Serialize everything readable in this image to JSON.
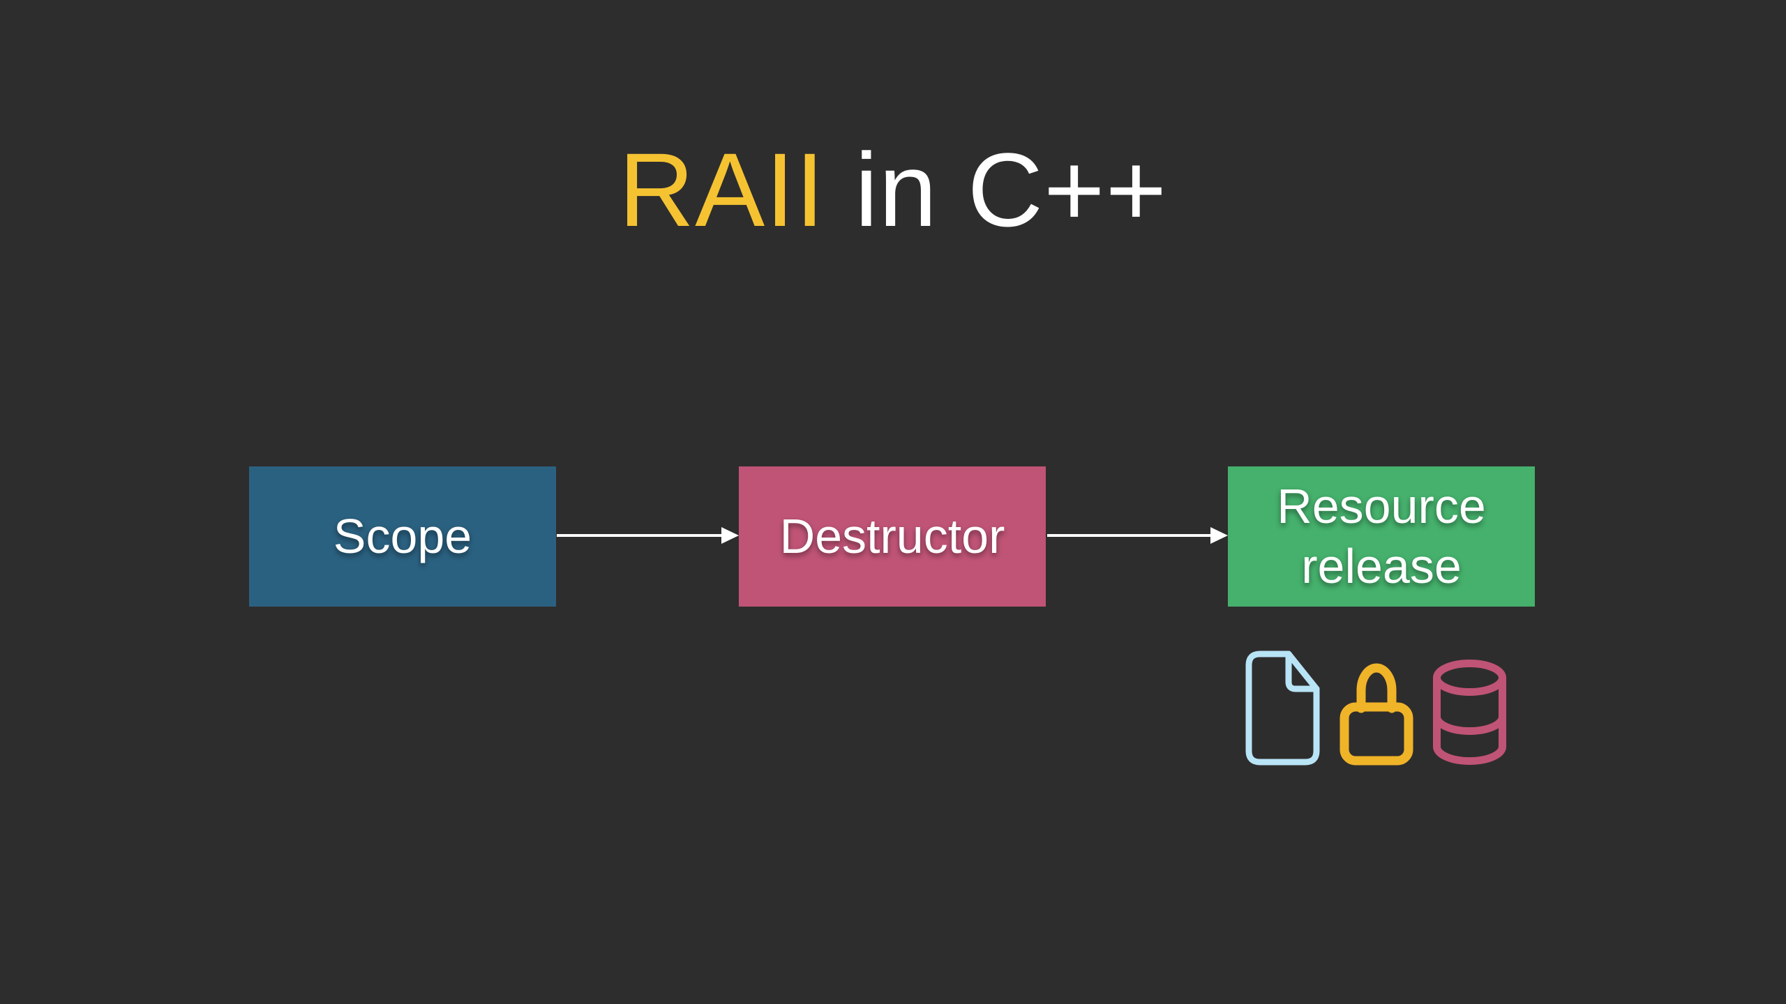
{
  "title": {
    "highlight": "RAII",
    "rest": " in C++"
  },
  "flow": {
    "nodes": [
      {
        "id": "scope",
        "label": "Scope",
        "color": "#2B6180"
      },
      {
        "id": "destructor",
        "label": "Destructor",
        "color": "#C05476"
      },
      {
        "id": "resource-release",
        "label": "Resource release",
        "color": "#45B16C"
      }
    ],
    "arrow_color": "#FFFFFF"
  },
  "icons": [
    {
      "name": "file-icon",
      "color": "#B8E4F6"
    },
    {
      "name": "lock-icon",
      "color": "#F0B428"
    },
    {
      "name": "database-icon",
      "color": "#C05476"
    }
  ],
  "colors": {
    "background": "#2E2D2D",
    "title_highlight": "#F5C332",
    "title_rest": "#FFFFFF",
    "node_text": "#FFFFFF"
  }
}
